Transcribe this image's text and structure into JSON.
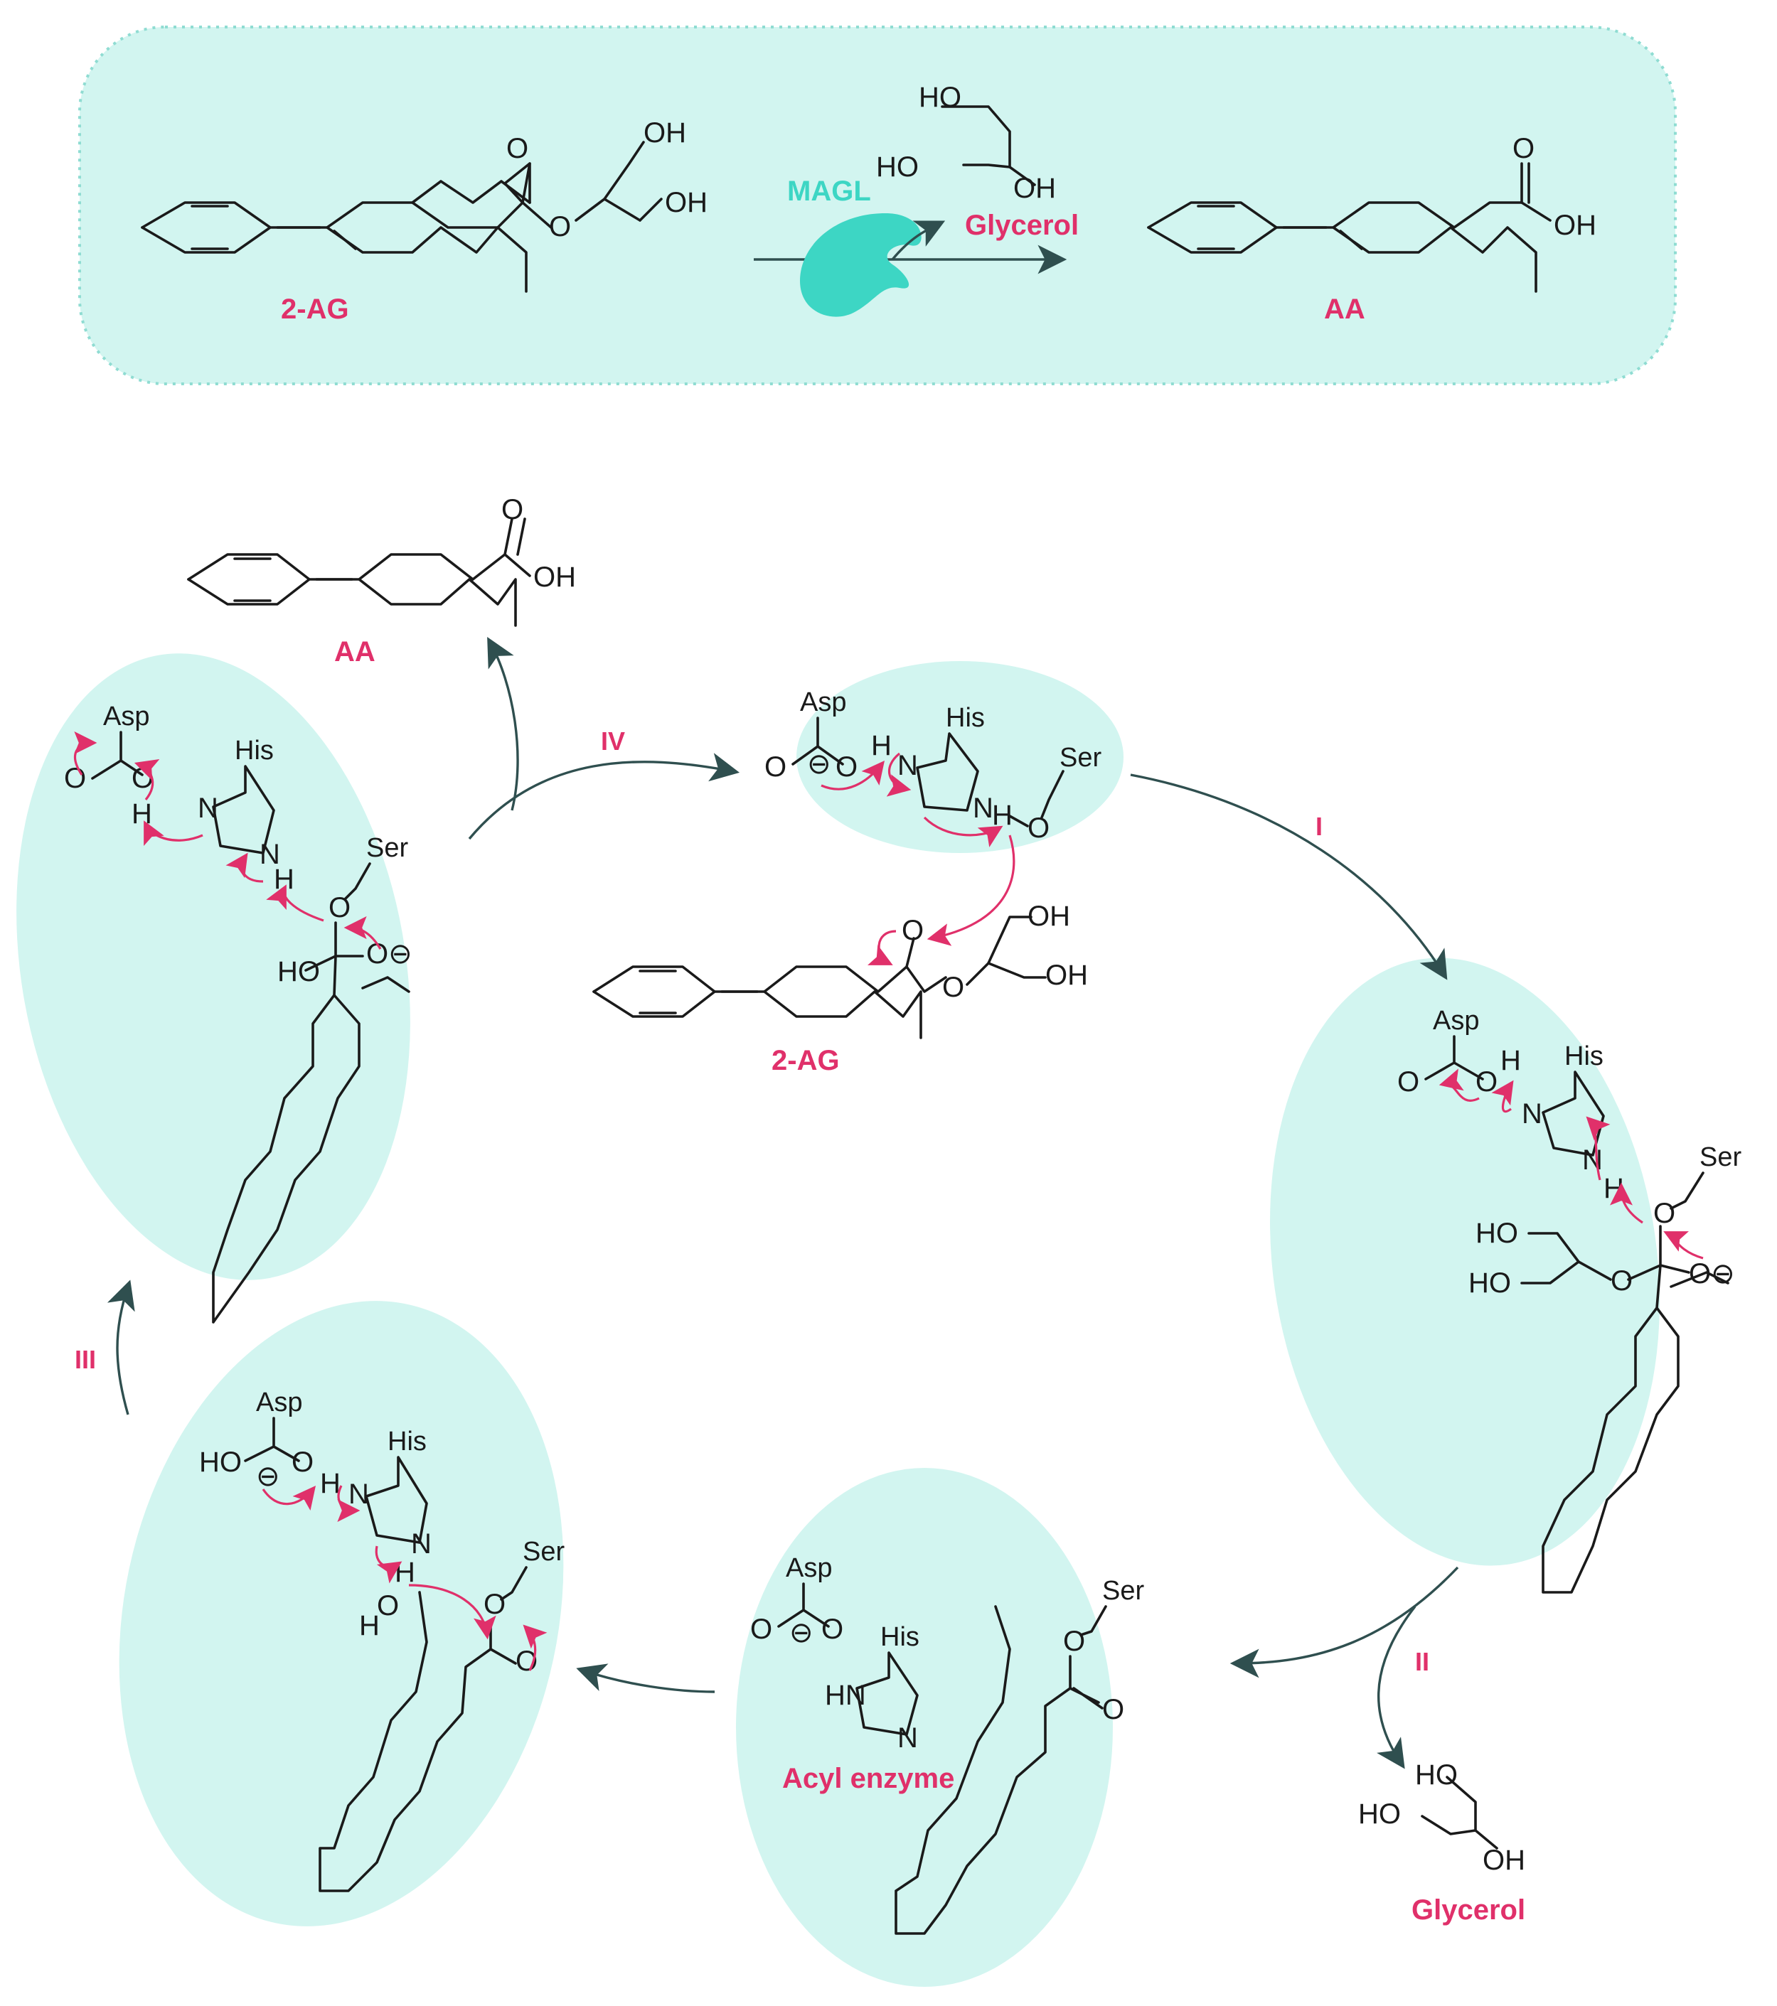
{
  "top_reaction": {
    "substrate": "2-AG",
    "enzyme": "MAGL",
    "byproduct": "Glycerol",
    "product": "AA"
  },
  "atoms": {
    "oh": "OH",
    "ho": "HO",
    "o": "O",
    "h": "H",
    "n": "N",
    "hn": "HN",
    "n_h": "N–H",
    "o_minus": "O⊖",
    "minus": "⊖"
  },
  "residues": {
    "asp": "Asp",
    "his": "His",
    "ser": "Ser"
  },
  "cycle": {
    "steps": [
      "I",
      "II",
      "III",
      "IV"
    ],
    "center_label": "2-AG",
    "aa_label": "AA",
    "glycerol_label": "Glycerol",
    "acyl_label": "Acyl enzyme"
  },
  "colors": {
    "accent": "#e0306a",
    "enzyme": "#3dd6c4",
    "blob": "#d2f5f0",
    "arrow": "#2f4f4f"
  }
}
